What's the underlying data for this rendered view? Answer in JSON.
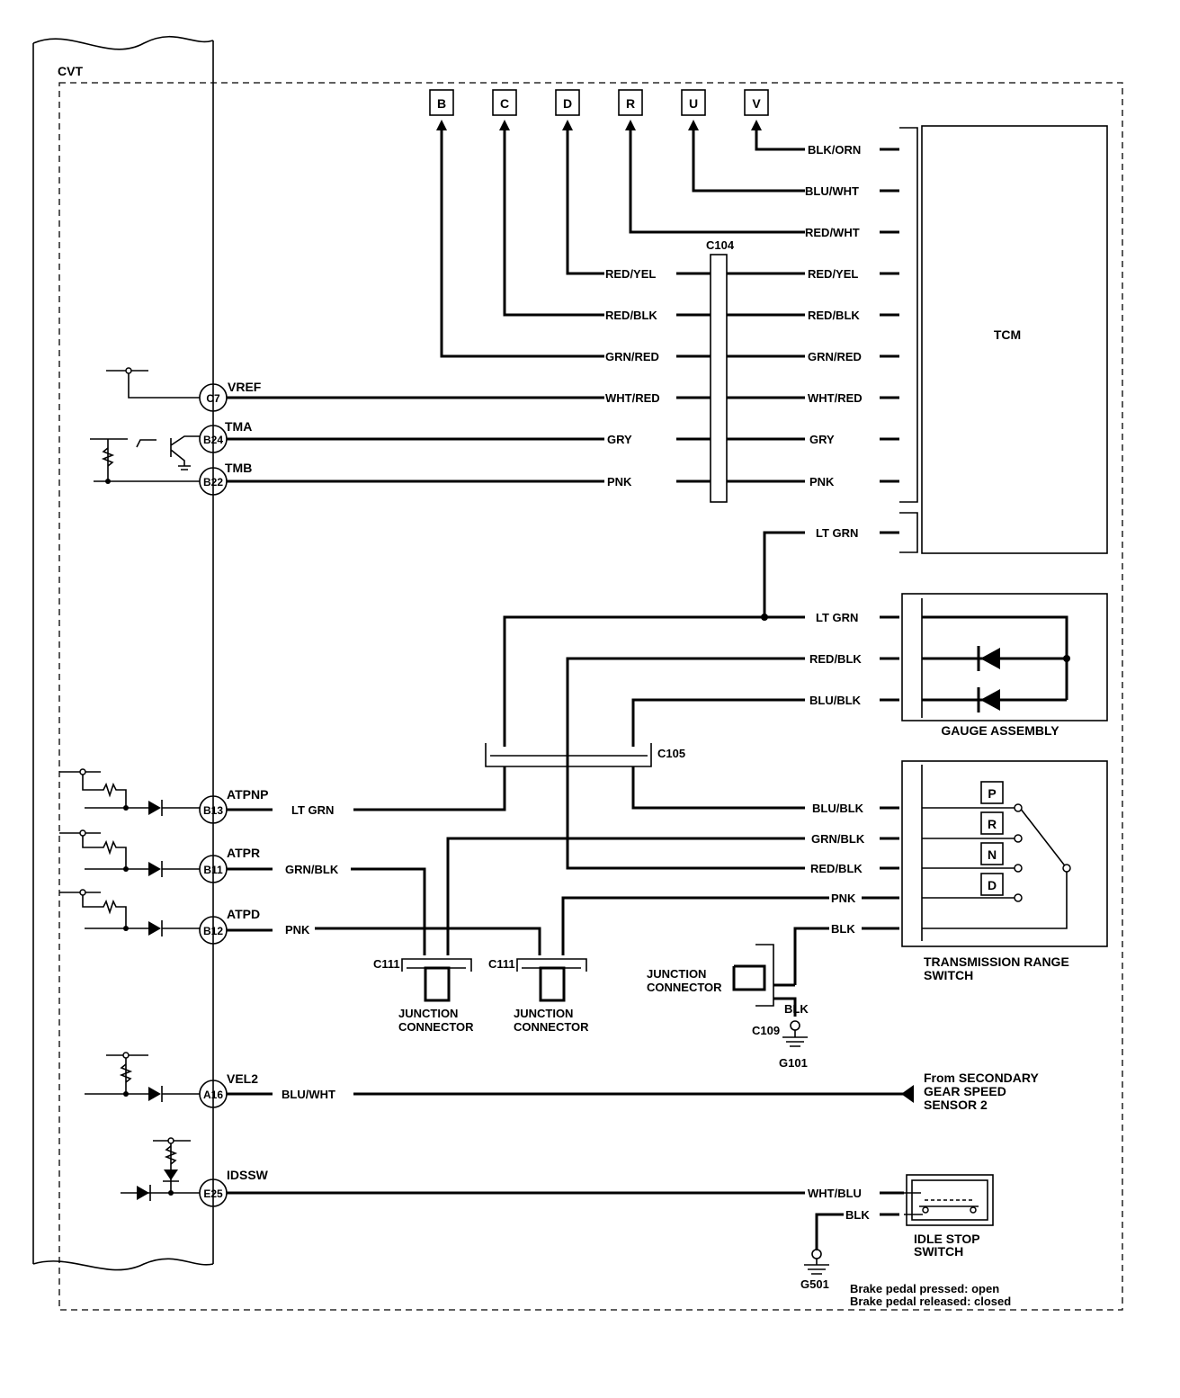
{
  "cvt": {
    "label": "CVT"
  },
  "tcm": {
    "label": "TCM"
  },
  "top_connectors": [
    "B",
    "C",
    "D",
    "R",
    "U",
    "V"
  ],
  "connectors": {
    "c104": "C104",
    "c105": "C105",
    "c111a": "C111",
    "c111b": "C111",
    "c109": "C109"
  },
  "tcm_wires": {
    "v": "BLK/ORN",
    "u": "BLU/WHT",
    "r": "RED/WHT",
    "d": "RED/YEL",
    "c": "RED/BLK",
    "b": "GRN/RED",
    "vref": "WHT/RED",
    "tma": "GRY",
    "tmb": "PNK",
    "d_left": "RED/YEL",
    "c_left": "RED/BLK",
    "b_left": "GRN/RED",
    "vref_left": "WHT/RED",
    "tma_left": "GRY",
    "tmb_left": "PNK",
    "ltgrn": "LT GRN"
  },
  "pins": {
    "c7": {
      "id": "C7",
      "name": "VREF"
    },
    "b24": {
      "id": "B24",
      "name": "TMA"
    },
    "b22": {
      "id": "B22",
      "name": "TMB"
    },
    "b13": {
      "id": "B13",
      "name": "ATPNP",
      "wire": "LT GRN"
    },
    "b11": {
      "id": "B11",
      "name": "ATPR",
      "wire": "GRN/BLK"
    },
    "b12": {
      "id": "B12",
      "name": "ATPD",
      "wire": "PNK"
    },
    "a16": {
      "id": "A16",
      "name": "VEL2",
      "wire": "BLU/WHT"
    },
    "e25": {
      "id": "E25",
      "name": "IDSSW"
    }
  },
  "gauge": {
    "label": "GAUGE ASSEMBLY",
    "wires": [
      "LT GRN",
      "RED/BLK",
      "BLU/BLK"
    ]
  },
  "trs": {
    "label_1": "TRANSMISSION RANGE",
    "label_2": "SWITCH",
    "positions": [
      "P",
      "R",
      "N",
      "D"
    ],
    "wires": [
      "BLU/BLK",
      "GRN/BLK",
      "RED/BLK",
      "PNK",
      "BLK"
    ]
  },
  "junction": {
    "line1": "JUNCTION",
    "line2": "CONNECTOR"
  },
  "ground": {
    "blk": "BLK",
    "g101": "G101",
    "g501": "G501",
    "idle_blk": "BLK"
  },
  "sensor": {
    "line1": "From SECONDARY",
    "line2": "GEAR SPEED",
    "line3": "SENSOR 2"
  },
  "idle_stop": {
    "wire1": "WHT/BLU",
    "wire2": "BLK",
    "label_1": "IDLE STOP",
    "label_2": "SWITCH",
    "note_1": "Brake pedal pressed: open",
    "note_2": "Brake pedal released: closed"
  },
  "colors": {
    "ink": "#000000",
    "paper": "#ffffff"
  }
}
